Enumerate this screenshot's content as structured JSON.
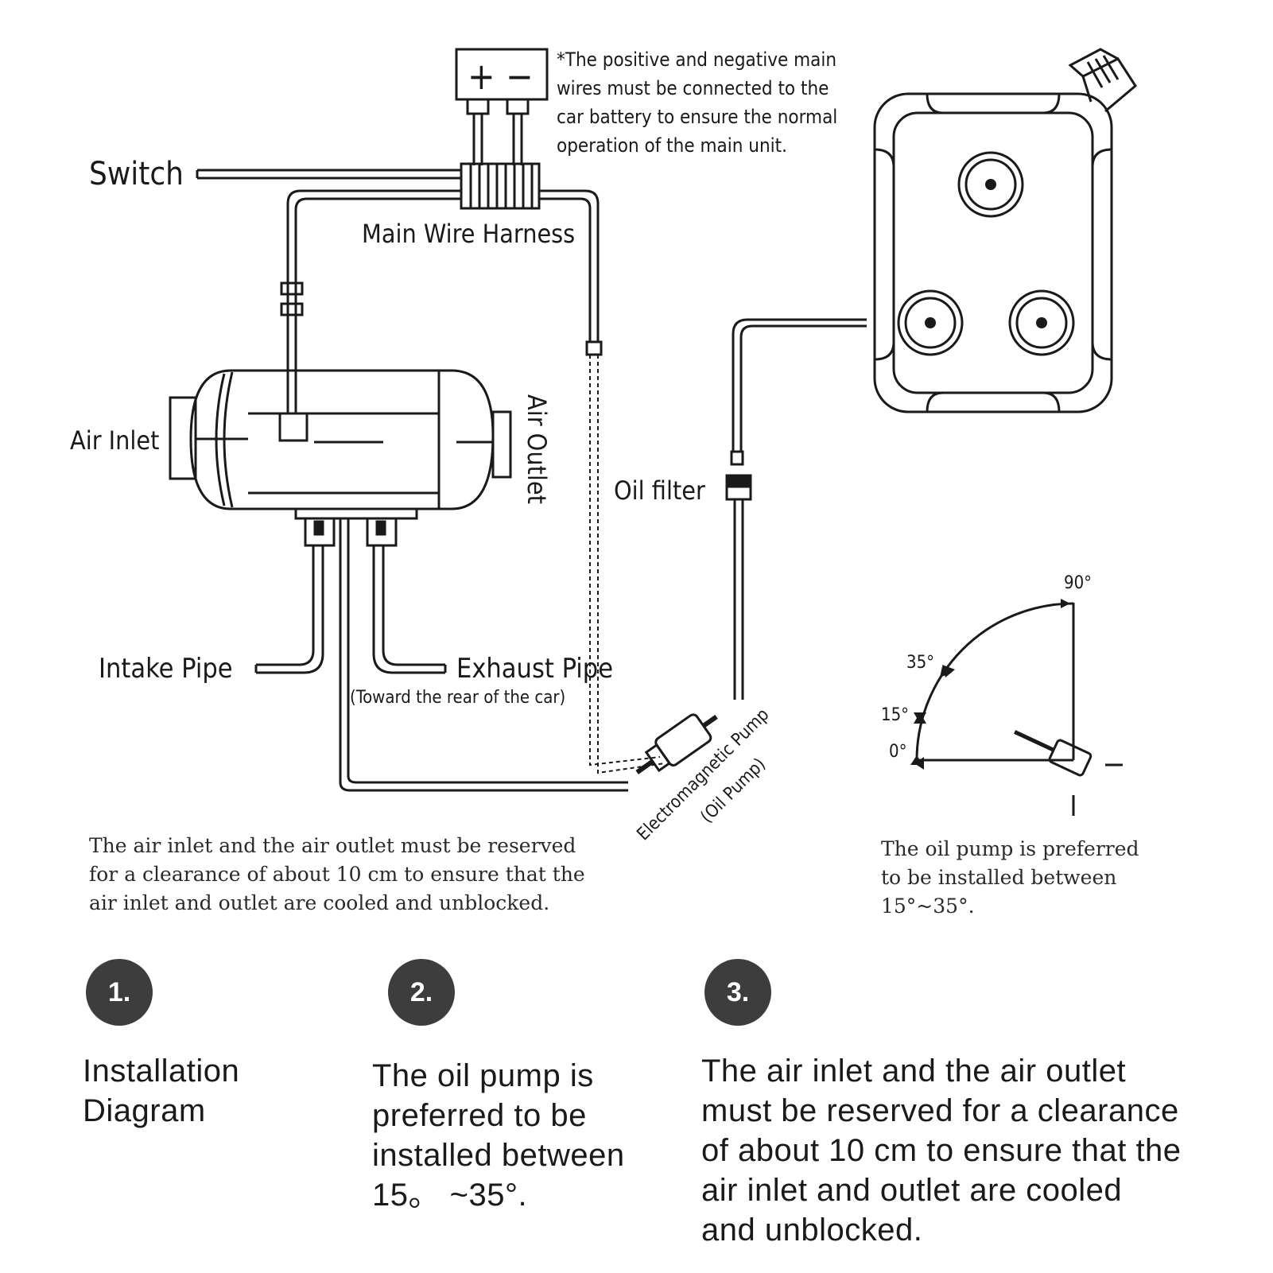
{
  "labels": {
    "switch": "Switch",
    "battery_plus": "+",
    "battery_minus": "−",
    "battery_note_line1": "*The positive and negative main",
    "battery_note_line2": "wires must be connected to the",
    "battery_note_line3": "car battery to ensure the normal",
    "battery_note_line4": "operation of the main unit.",
    "main_wire_harness": "Main Wire Harness",
    "air_inlet": "Air Inlet",
    "air_outlet": "Air Outlet",
    "oil_filter": "Oil filter",
    "intake_pipe": "Intake Pipe",
    "exhaust_pipe": "Exhaust Pipe",
    "exhaust_note": "(Toward the rear of the car)",
    "pump_line1": "Electromagnetic Pump",
    "pump_line2": "(Oil Pump)",
    "angle_90": "90°",
    "angle_35": "35°",
    "angle_15": "15°",
    "angle_0": "0°"
  },
  "notes": {
    "clearance": "The air inlet and the air outlet must be reserved\nfor a clearance of about 10 cm to ensure that the\nair inlet and outlet are cooled and unblocked.",
    "pump_angle": "The oil pump is preferred\nto be installed between\n15°~35°."
  },
  "steps": [
    {
      "number": "1.",
      "text": "Installation\nDiagram"
    },
    {
      "number": "2.",
      "text": "The oil pump is\npreferred to be\ninstalled between\n15。 ~35°."
    },
    {
      "number": "3.",
      "text": "The air inlet and the air outlet\nmust be reserved for a clearance\nof about 10 cm to ensure that the\nair inlet and outlet are cooled\nand unblocked."
    }
  ],
  "colors": {
    "line": "#1a1a1a",
    "badge": "#3d3d3d",
    "text": "#1a1a1a"
  }
}
